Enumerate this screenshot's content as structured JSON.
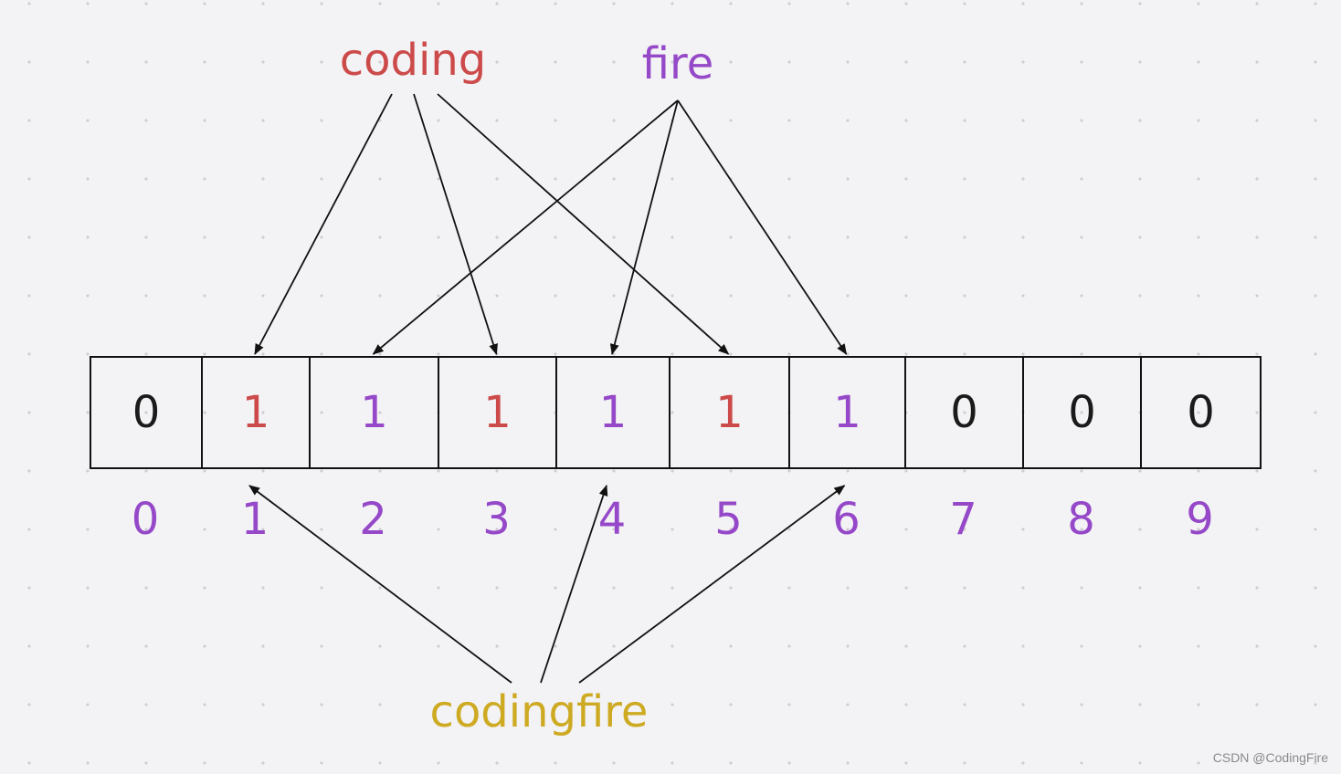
{
  "colors": {
    "coding": "#cc4a4a",
    "fire": "#9548c8",
    "codingfire": "#cdaa22",
    "zero": "#1a1a1a",
    "index": "#9548c8",
    "arrow": "#111111"
  },
  "words": {
    "coding": "coding",
    "fire": "fire",
    "codingfire": "codingfire"
  },
  "cells": [
    {
      "value": "0",
      "source": "none"
    },
    {
      "value": "1",
      "source": "coding"
    },
    {
      "value": "1",
      "source": "fire"
    },
    {
      "value": "1",
      "source": "coding"
    },
    {
      "value": "1",
      "source": "fire"
    },
    {
      "value": "1",
      "source": "coding"
    },
    {
      "value": "1",
      "source": "fire"
    },
    {
      "value": "0",
      "source": "none"
    },
    {
      "value": "0",
      "source": "none"
    },
    {
      "value": "0",
      "source": "none"
    }
  ],
  "indices": [
    "0",
    "1",
    "2",
    "3",
    "4",
    "5",
    "6",
    "7",
    "8",
    "9"
  ],
  "mappings": {
    "coding": [
      1,
      3,
      5
    ],
    "fire": [
      2,
      4,
      6
    ],
    "codingfire": [
      1,
      4,
      6
    ]
  },
  "watermark": "CSDN @CodingFire"
}
